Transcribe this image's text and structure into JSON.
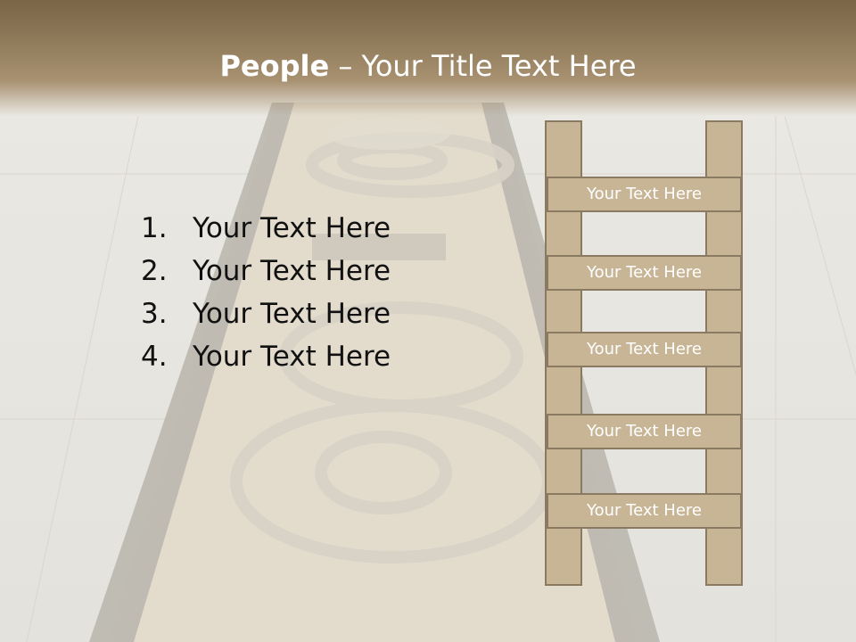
{
  "slide": {
    "title_bold": "People",
    "title_rest": " – Your Title Text Here",
    "list": [
      {
        "num": "1.",
        "text": "Your Text Here"
      },
      {
        "num": "2.",
        "text": "Your Text Here"
      },
      {
        "num": "3.",
        "text": "Your Text Here"
      },
      {
        "num": "4.",
        "text": "Your Text Here"
      }
    ],
    "ladder": {
      "rungs": [
        "Your Text Here",
        "Your Text Here",
        "Your Text Here",
        "Your Text Here",
        "Your Text Here"
      ]
    }
  },
  "colors": {
    "title_band": "#8f7a5a",
    "ladder_fill": "#c7b596",
    "ladder_border": "#8a7a62",
    "body_text": "#111111"
  }
}
